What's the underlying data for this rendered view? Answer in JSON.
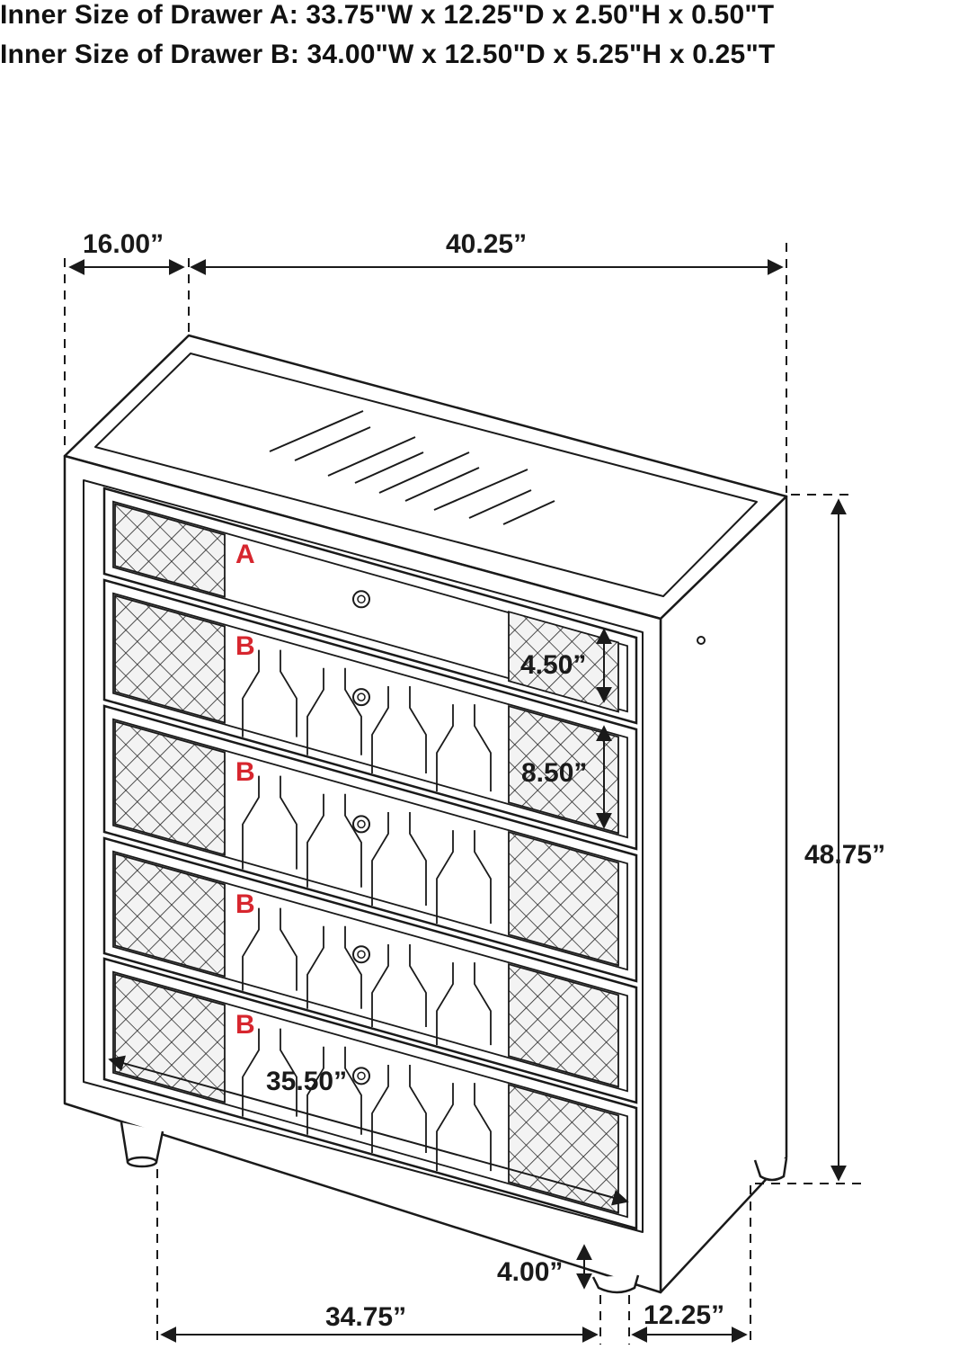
{
  "specs": {
    "drawer_a": "Inner Size of Drawer A: 33.75\"W x 12.25\"D x 2.50\"H x 0.50\"T",
    "drawer_b": "Inner Size of Drawer B: 34.00\"W x 12.50\"D x 5.25\"H x 0.25\"T"
  },
  "dimensions": {
    "depth_top": "16.00”",
    "width_top": "40.25”",
    "height_total": "48.75”",
    "drawer_a_height": "4.50”",
    "drawer_b_height": "8.50”",
    "drawer_width": "35.50”",
    "leg_height": "4.00”",
    "base_width": "34.75”",
    "base_depth": "12.25”"
  },
  "drawer_labels": [
    "A",
    "B",
    "B",
    "B",
    "B"
  ],
  "colors": {
    "line": "#1a1a1a",
    "label": "#d7262e",
    "background": "#ffffff"
  }
}
